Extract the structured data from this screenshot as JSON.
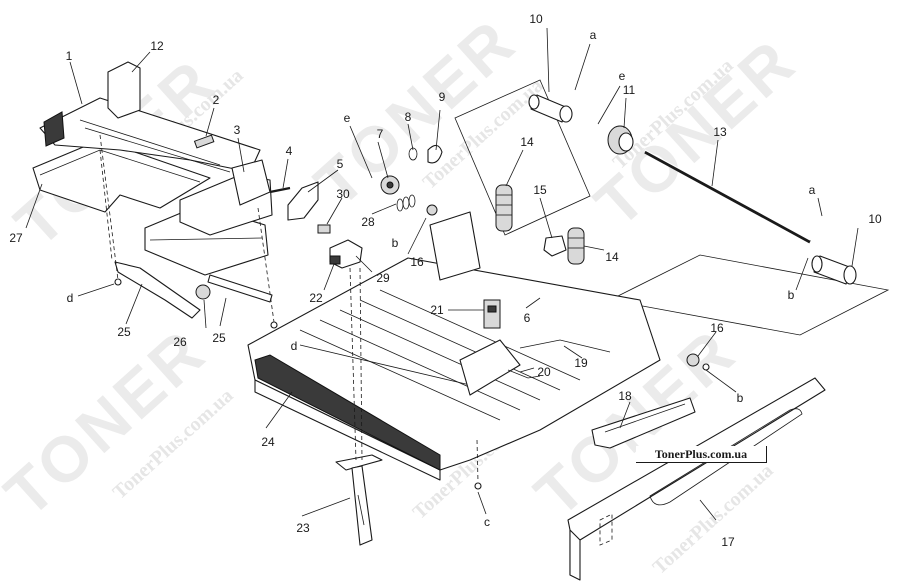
{
  "watermark": {
    "brand_text": "TONER",
    "url_text": "TonerPlus.com.ua"
  },
  "brand_box": {
    "text": "TonerPlus.com.ua"
  },
  "callouts": {
    "c1": "1",
    "c2": "2",
    "c3": "3",
    "c4": "4",
    "c5": "5",
    "c6": "6",
    "c7": "7",
    "c8": "8",
    "c9": "9",
    "c10a": "10",
    "c10b": "10",
    "c11": "11",
    "c12": "12",
    "c13": "13",
    "c14a": "14",
    "c14b": "14",
    "c15": "15",
    "c16a": "16",
    "c16b": "16",
    "c17": "17",
    "c18": "18",
    "c19": "19",
    "c20": "20",
    "c21": "21",
    "c22": "22",
    "c23": "23",
    "c24": "24",
    "c25a": "25",
    "c25b": "25",
    "c26": "26",
    "c27": "27",
    "c28": "28",
    "c29": "29",
    "c30": "30"
  },
  "refs": {
    "a1": "a",
    "a2": "a",
    "b1": "b",
    "b2": "b",
    "b3": "b",
    "c": "c",
    "d1": "d",
    "d2": "d",
    "e1": "e",
    "e2": "e"
  }
}
